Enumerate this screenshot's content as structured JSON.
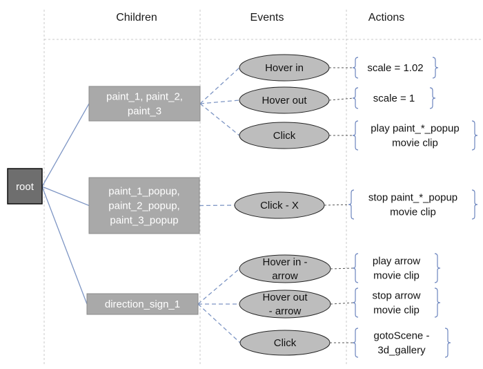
{
  "headers": {
    "children": "Children",
    "events": "Events",
    "actions": "Actions"
  },
  "root": {
    "label": "root"
  },
  "children": [
    {
      "lines": [
        "paint_1, paint_2,",
        "paint_3"
      ]
    },
    {
      "lines": [
        "paint_1_popup,",
        "paint_2_popup,",
        "paint_3_popup"
      ]
    },
    {
      "lines": [
        "direction_sign_1"
      ]
    }
  ],
  "events": [
    {
      "child": 0,
      "lines": [
        "Hover in"
      ]
    },
    {
      "child": 0,
      "lines": [
        "Hover out"
      ]
    },
    {
      "child": 0,
      "lines": [
        "Click"
      ]
    },
    {
      "child": 1,
      "lines": [
        "Click - X"
      ]
    },
    {
      "child": 2,
      "lines": [
        "Hover in -",
        "arrow"
      ]
    },
    {
      "child": 2,
      "lines": [
        "Hover out",
        "- arrow"
      ]
    },
    {
      "child": 2,
      "lines": [
        "Click"
      ]
    }
  ],
  "actions": [
    {
      "event": 0,
      "lines": [
        "scale = 1.02"
      ]
    },
    {
      "event": 1,
      "lines": [
        "scale = 1"
      ]
    },
    {
      "event": 2,
      "lines": [
        "play paint_*_popup",
        "movie clip"
      ]
    },
    {
      "event": 3,
      "lines": [
        "stop paint_*_popup",
        "movie clip"
      ]
    },
    {
      "event": 4,
      "lines": [
        "play arrow",
        "movie clip"
      ]
    },
    {
      "event": 5,
      "lines": [
        "stop arrow",
        "movie clip"
      ]
    },
    {
      "event": 6,
      "lines": [
        "gotoScene -",
        "3d_gallery"
      ]
    }
  ]
}
